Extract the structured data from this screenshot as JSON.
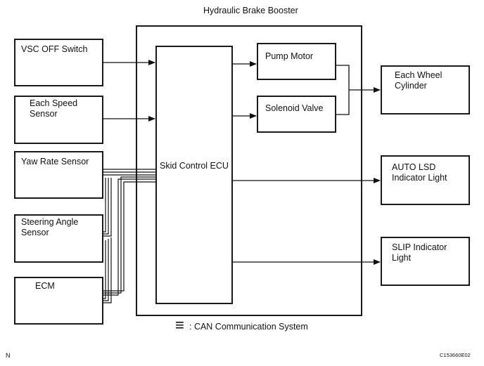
{
  "title": "Hydraulic Brake Booster",
  "inputs": {
    "vsc_off_switch": "VSC OFF Switch",
    "each_speed_sensor": "Each Speed\nSensor",
    "yaw_rate_sensor": "Yaw Rate Sensor",
    "steering_angle_sensor": "Steering Angle\nSensor",
    "ecm": "ECM"
  },
  "ecu": "Skid Control ECU",
  "booster_parts": {
    "pump_motor": "Pump Motor",
    "solenoid_valve": "Solenoid Valve"
  },
  "outputs": {
    "each_wheel_cylinder": "Each Wheel\nCylinder",
    "auto_lsd_indicator": "AUTO LSD\nIndicator Light",
    "slip_indicator": "SLIP Indicator\nLight"
  },
  "legend": {
    "symbol": "≡",
    "text": ": CAN  Communication System"
  },
  "corner_left": "N",
  "corner_right": "C153660E02"
}
